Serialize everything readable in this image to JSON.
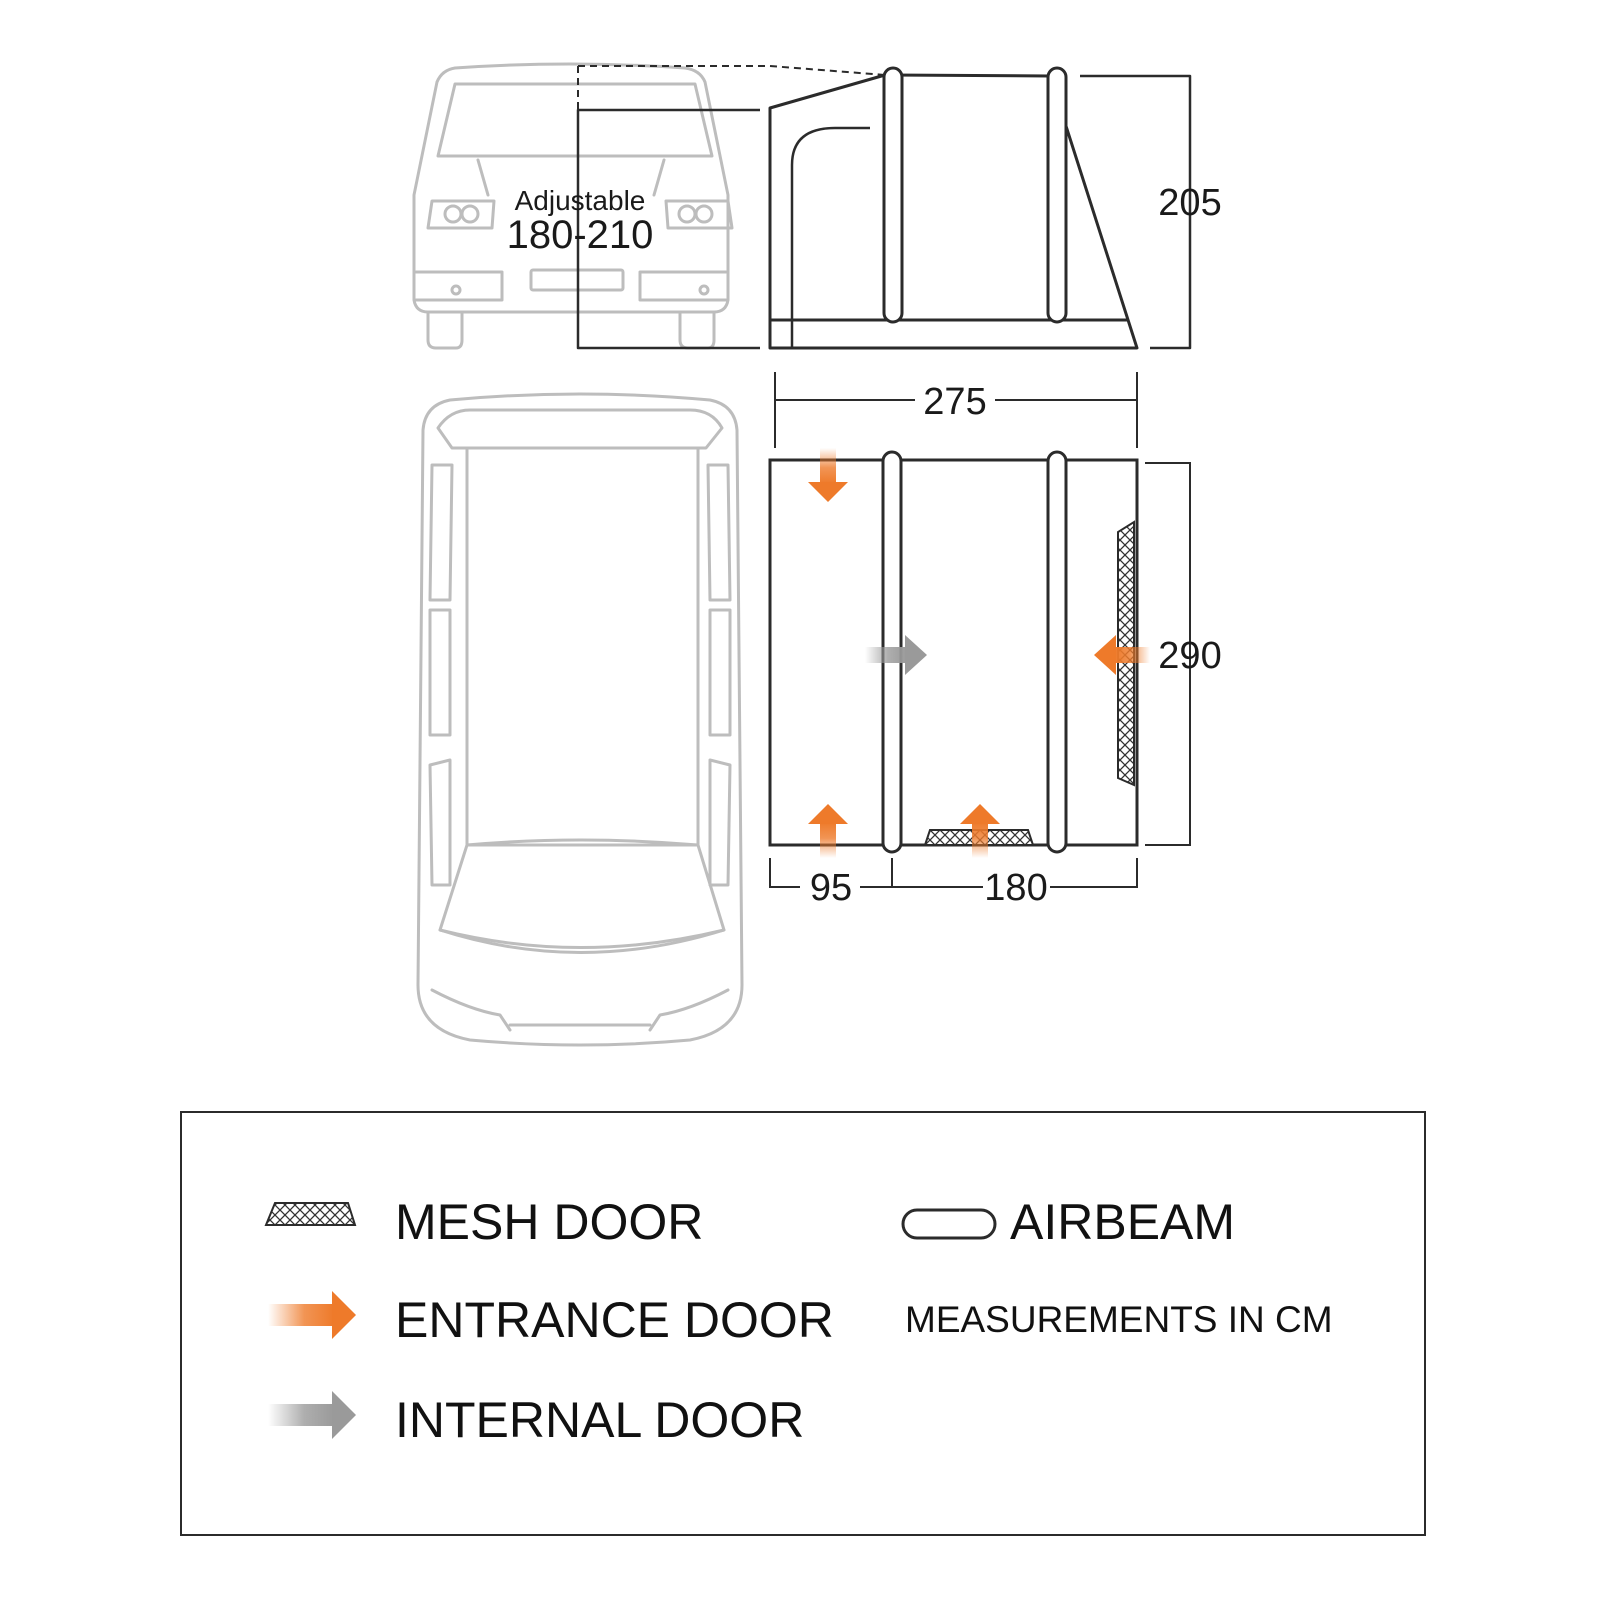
{
  "diagram": {
    "adjustable_label": "Adjustable",
    "adjustable_range": "180-210",
    "height_dim": "205",
    "width_dim": "275",
    "depth_dim": "290",
    "front_section_dim": "95",
    "rear_section_dim": "180"
  },
  "legend": {
    "mesh_door": "MESH DOOR",
    "entrance_door": "ENTRANCE DOOR",
    "internal_door": "INTERNAL DOOR",
    "airbeam": "AIRBEAM",
    "units_note": "MEASUREMENTS IN CM"
  },
  "colors": {
    "outline": "#2b2b2b",
    "vehicle": "#bdbdbd",
    "entrance_arrow": "#ee7a2a",
    "internal_arrow": "#9a9a9a"
  },
  "icons": {
    "mesh_door": "crosshatch-strip-icon",
    "entrance_door": "orange-arrow-icon",
    "internal_door": "grey-arrow-icon",
    "airbeam": "rounded-tube-icon"
  }
}
